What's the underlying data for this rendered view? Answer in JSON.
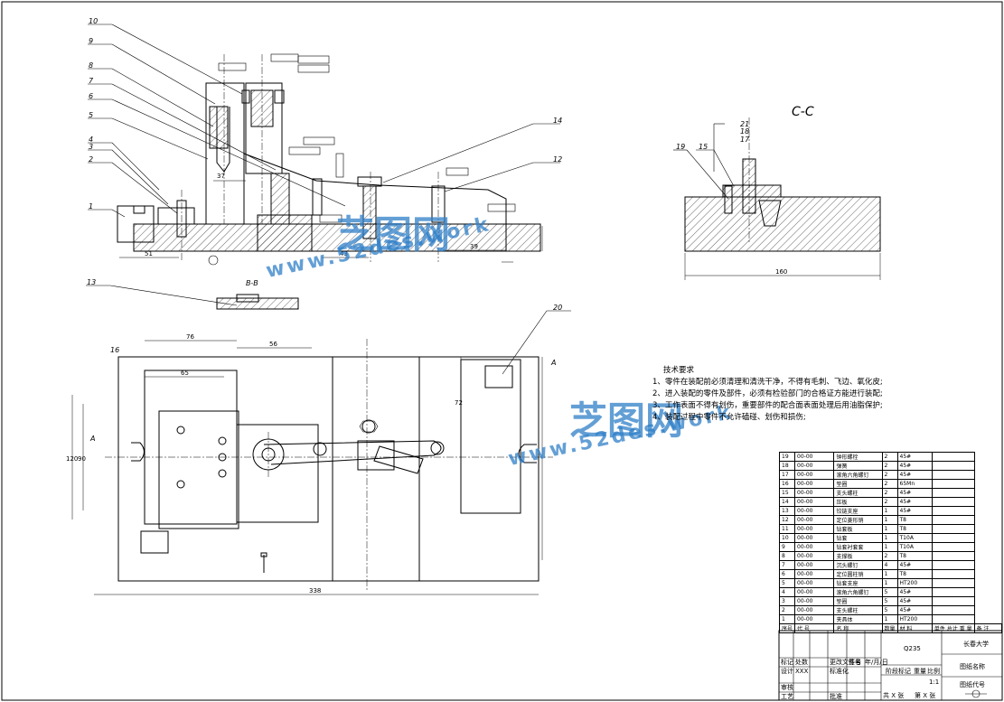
{
  "views": {
    "section_c": "C-C",
    "section_b": "B-B",
    "view_a": "A",
    "balloons_left": [
      "10",
      "9",
      "8",
      "7",
      "6",
      "5",
      "4",
      "3",
      "2",
      "1"
    ],
    "balloon_13": "13",
    "balloon_14": "14",
    "balloon_12": "12",
    "balloon_20": "20",
    "balloon_16": "16",
    "balloons_c": [
      "21",
      "18",
      "17",
      "19",
      "15"
    ]
  },
  "dimensions": {
    "front_left": "51",
    "front_mid": "43",
    "front_right": "39",
    "front_h": "37",
    "cc_width": "160",
    "plan_total": "338",
    "plan_76": "76",
    "plan_56": "56",
    "plan_65": "65",
    "plan_120": "120",
    "plan_90": "90",
    "plan_72": "72"
  },
  "watermark": {
    "cn": "芝图网",
    "url": "www.52des.work"
  },
  "tech_notes": {
    "title": "技术要求",
    "items": [
      "1、零件在装配前必须清理和清洗干净，不得有毛刺、飞边、氧化皮;",
      "2、进入装配的零件及部件，必须有检验部门的合格证方能进行装配;",
      "3、工作表面不得有划伤，重要部件的配合面表面处理后用油脂保护;",
      "4、装配过程中零件不允许磕碰、划伤和损伤;"
    ]
  },
  "bom": {
    "rows": [
      [
        "19",
        "00-00",
        "钟形螺栓",
        "2",
        "45#",
        ""
      ],
      [
        "18",
        "00-00",
        "弹簧",
        "2",
        "45#",
        ""
      ],
      [
        "17",
        "00-00",
        "滚角六角螺钉",
        "2",
        "45#",
        ""
      ],
      [
        "16",
        "00-00",
        "垫圈",
        "2",
        "65Mn",
        ""
      ],
      [
        "15",
        "00-00",
        "支头螺柱",
        "2",
        "45#",
        ""
      ],
      [
        "14",
        "00-00",
        "压板",
        "2",
        "45#",
        ""
      ],
      [
        "13",
        "00-00",
        "铰链支座",
        "1",
        "45#",
        ""
      ],
      [
        "12",
        "00-00",
        "定位菱形销",
        "1",
        "T8",
        ""
      ],
      [
        "11",
        "00-00",
        "钻套板",
        "1",
        "T8",
        ""
      ],
      [
        "10",
        "00-00",
        "钻套",
        "1",
        "T10A",
        ""
      ],
      [
        "9",
        "00-00",
        "钻套衬套套",
        "1",
        "T10A",
        ""
      ],
      [
        "8",
        "00-00",
        "支撑板",
        "2",
        "T8",
        ""
      ],
      [
        "7",
        "00-00",
        "沉头螺钉",
        "4",
        "45#",
        ""
      ],
      [
        "6",
        "00-00",
        "定位圆柱销",
        "1",
        "T8",
        ""
      ],
      [
        "5",
        "00-00",
        "钻套支座",
        "1",
        "HT200",
        ""
      ],
      [
        "4",
        "00-00",
        "滚角六角螺钉",
        "5",
        "45#",
        ""
      ],
      [
        "3",
        "00-00",
        "垫圈",
        "5",
        "45#",
        ""
      ],
      [
        "2",
        "00-00",
        "支头螺柱",
        "5",
        "45#",
        ""
      ],
      [
        "1",
        "00-00",
        "夹具体",
        "1",
        "HT200",
        ""
      ]
    ],
    "header": [
      "序号",
      "代  号",
      "名  称",
      "数量",
      "材  料",
      "单件 总计\n重  量",
      "备  注"
    ]
  },
  "title_block": {
    "material": "Q235",
    "school": "长春大学",
    "drawing_name": "图纸名称",
    "drawing_code": "图纸代号",
    "scale": "1:1",
    "stage": "阶段标记",
    "weight": "重量",
    "ratio": "比例",
    "design": "设计",
    "design_name": "XXX",
    "std": "标准化",
    "check": "审核",
    "craft": "工艺",
    "approve": "批准",
    "mark": "标记",
    "count": "处数",
    "zone": "分区",
    "doc": "更改文件号",
    "sign": "签名",
    "date": "年/月/日",
    "sheets": "共  X  张",
    "sheet": "第  X  张"
  }
}
